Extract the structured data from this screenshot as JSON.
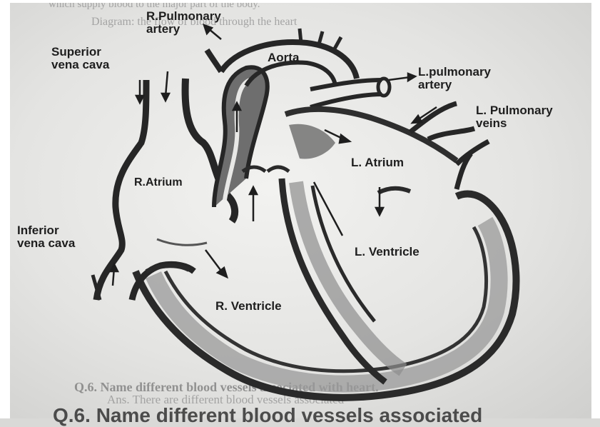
{
  "background_text": {
    "top_line": "which supply blood to the major part of the body.",
    "caption": "Diagram: the flow of blood through the heart",
    "bottom_q6": "Q.6. Name different blood vessels associated with heart.",
    "bottom_ans": "Ans. There are different blood vessels associated",
    "bottom_big": "Q.6. Name different blood vessels associated"
  },
  "labels": {
    "r_pulmonary_artery_1": "R.Pulmonary",
    "r_pulmonary_artery_2": "artery",
    "aorta": "Aorta",
    "superior_vena_cava_1": "Superior",
    "superior_vena_cava_2": "vena cava",
    "l_pulmonary_artery_1": "L.pulmonary",
    "l_pulmonary_artery_2": "artery",
    "l_pulmonary_veins_1": "L. Pulmonary",
    "l_pulmonary_veins_2": "veins",
    "r_atrium": "R.Atrium",
    "l_atrium": "L. Atrium",
    "inferior_vena_cava_1": "Inferior",
    "inferior_vena_cava_2": "vena cava",
    "l_ventricle": "L. Ventricle",
    "r_ventricle": "R. Ventricle"
  },
  "colors": {
    "ink": "#1e1e1e",
    "vessel_dark": "#262626",
    "vessel_light": "#ececea",
    "muscle": "#8a8a8a"
  }
}
